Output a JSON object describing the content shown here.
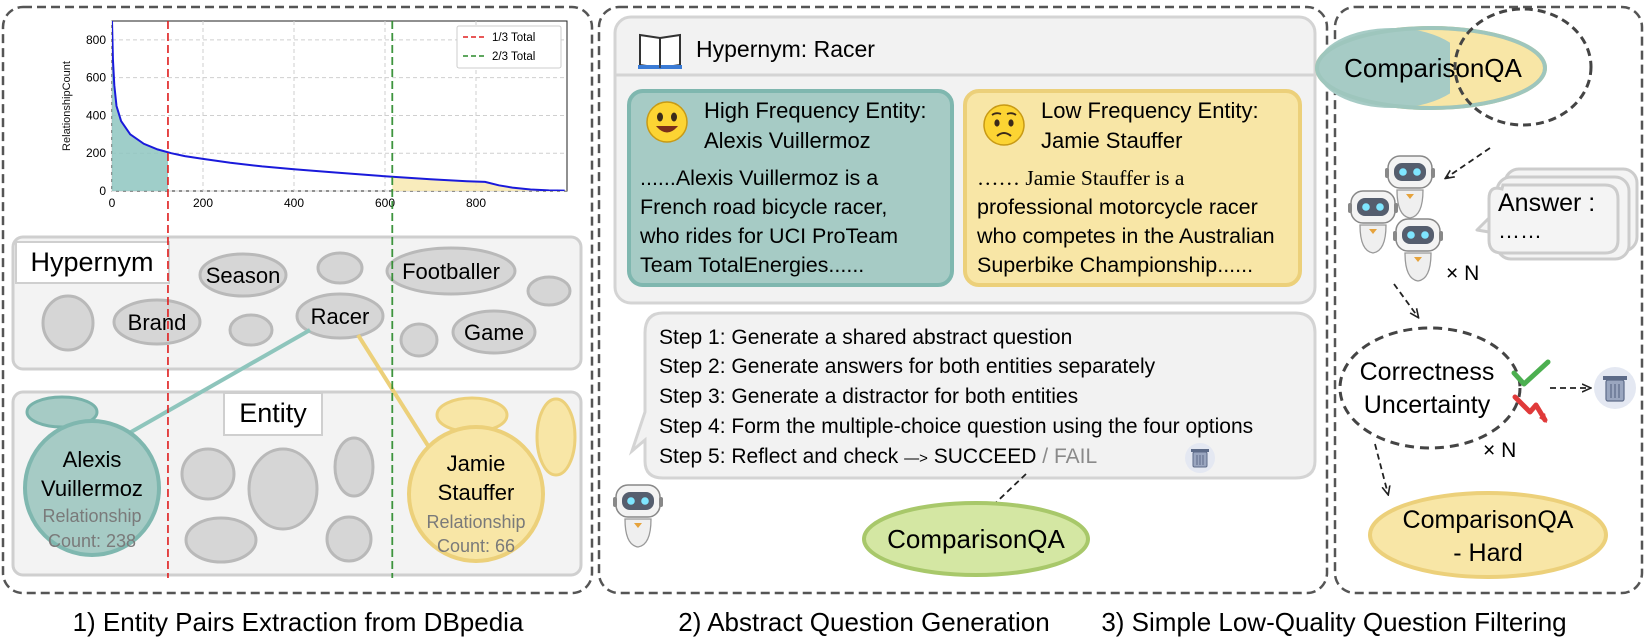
{
  "panel1": {
    "chart_data": {
      "type": "line",
      "ylabel": "RelationshipCount",
      "xlabel": "",
      "xlim": [
        0,
        1000
      ],
      "ylim": [
        0,
        900
      ],
      "xticks": [
        "0",
        "200",
        "400",
        "600",
        "800"
      ],
      "yticks": [
        "0",
        "200",
        "400",
        "600",
        "800"
      ],
      "grid": true,
      "legend_position": "top-right",
      "series": [
        {
          "name": "RelationshipCount",
          "color": "#1a1adb",
          "x": [
            0,
            2,
            5,
            10,
            20,
            40,
            70,
            100,
            130,
            160,
            200,
            260,
            330,
            400,
            480,
            560,
            616,
            700,
            780,
            820,
            850,
            880,
            920,
            960,
            995
          ],
          "y": [
            900,
            700,
            560,
            450,
            370,
            300,
            250,
            220,
            200,
            185,
            170,
            150,
            130,
            115,
            100,
            85,
            75,
            62,
            52,
            48,
            30,
            18,
            8,
            3,
            2
          ]
        }
      ],
      "reference_lines": [
        {
          "name": "1/3 Total",
          "x": 123,
          "color": "#e02020",
          "style": "dashed"
        },
        {
          "name": "2/3 Total",
          "x": 616,
          "color": "#2a8a2a",
          "style": "dashed"
        }
      ],
      "shaded_regions": [
        {
          "x_from": 0,
          "x_to": 123,
          "color": "#8ec5c0"
        },
        {
          "x_from": 616,
          "x_to": 1000,
          "color": "#f8e9b0"
        }
      ]
    },
    "hypernym_label": "Hypernym",
    "hypernym_items": [
      "Season",
      "Footballer",
      "Brand",
      "Racer",
      "Game"
    ],
    "entity_label": "Entity",
    "entity_high": {
      "name_line1": "Alexis",
      "name_line2": "Vuillermoz",
      "rel_line1": "Relationship",
      "rel_line2": "Count: 238"
    },
    "entity_low": {
      "name_line1": "Jamie",
      "name_line2": "Stauffer",
      "rel_line1": "Relationship",
      "rel_line2": "Count: 66"
    },
    "caption": "1) Entity Pairs Extraction from DBpedia"
  },
  "panel2": {
    "hypernym_header": "Hypernym: Racer",
    "high_title1": "High Frequency Entity:",
    "high_title2": "Alexis Vuillermoz",
    "high_text": [
      "......Alexis Vuillermoz is a",
      "French road bicycle racer,",
      "who rides for UCI ProTeam",
      "Team TotalEnergies......"
    ],
    "low_title1": "Low Frequency Entity:",
    "low_title2": "Jamie Stauffer",
    "low_text_first": "…… Jamie Stauffer is a",
    "low_text": [
      "professional motorcycle racer",
      "who competes in the Australian",
      "Superbike Championship......"
    ],
    "steps": [
      "Step 1: Generate a shared abstract question",
      "Step 2: Generate answers for both entities separately",
      "Step 3: Generate a distractor for both entities",
      "Step 4: Form the multiple-choice question using the four options"
    ],
    "step5_prefix": "Step 5: Reflect and check ",
    "step5_arrow": "—>",
    "step5_succeed": " SUCCEED",
    "step5_fail": " / FAIL",
    "result": "ComparisonQA",
    "caption": "2) Abstract Question Generation"
  },
  "panel3": {
    "top": "ComparisonQA",
    "answer_label": "Answer :",
    "answer_dots": "……",
    "times_n_1": "× N",
    "check_line1": "Correctness",
    "check_line2": "Uncertainty",
    "times_n_2": "× N",
    "hard_line1": "ComparisonQA",
    "hard_line2": "- Hard",
    "caption": "3) Simple Low-Quality Question Filtering"
  }
}
